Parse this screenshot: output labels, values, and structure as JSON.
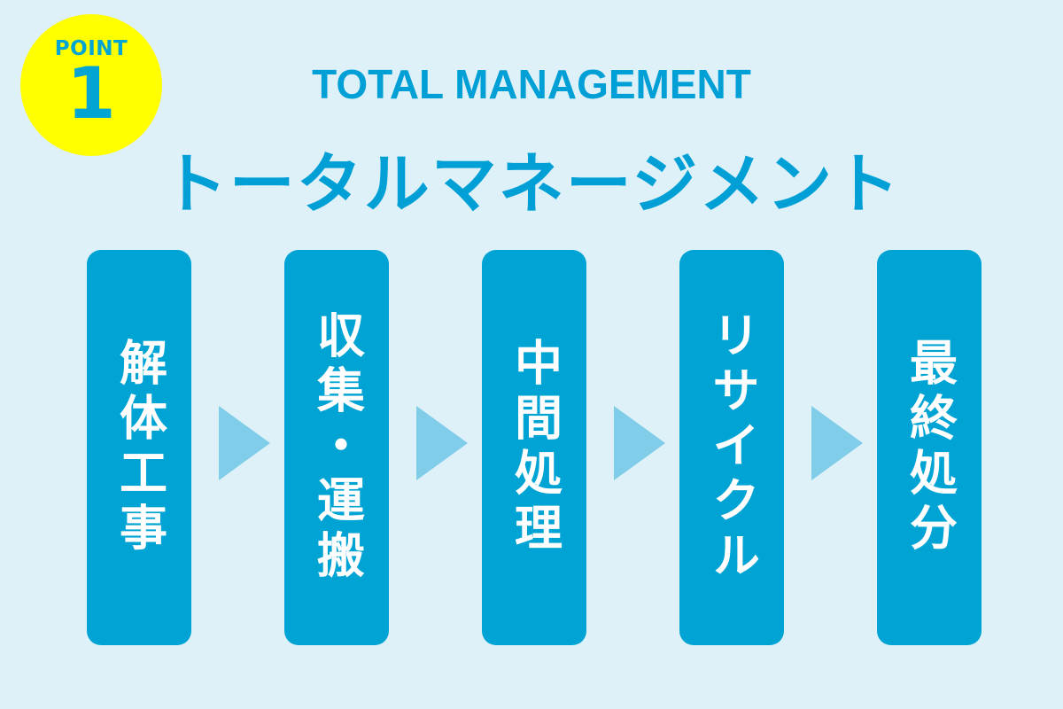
{
  "badge": {
    "label": "POINT",
    "number": "1"
  },
  "title": {
    "en": "TOTAL MANAGEMENT",
    "jp": "トータルマネージメント"
  },
  "steps": [
    {
      "label": "解体工事"
    },
    {
      "label": "収集・運搬"
    },
    {
      "label": "中間処理"
    },
    {
      "label": "リサイクル"
    },
    {
      "label": "最終処分"
    }
  ],
  "colors": {
    "background": "#dff1f8",
    "accent": "#00a4d4",
    "arrow": "#7fcde8",
    "badge": "#ffff00"
  }
}
